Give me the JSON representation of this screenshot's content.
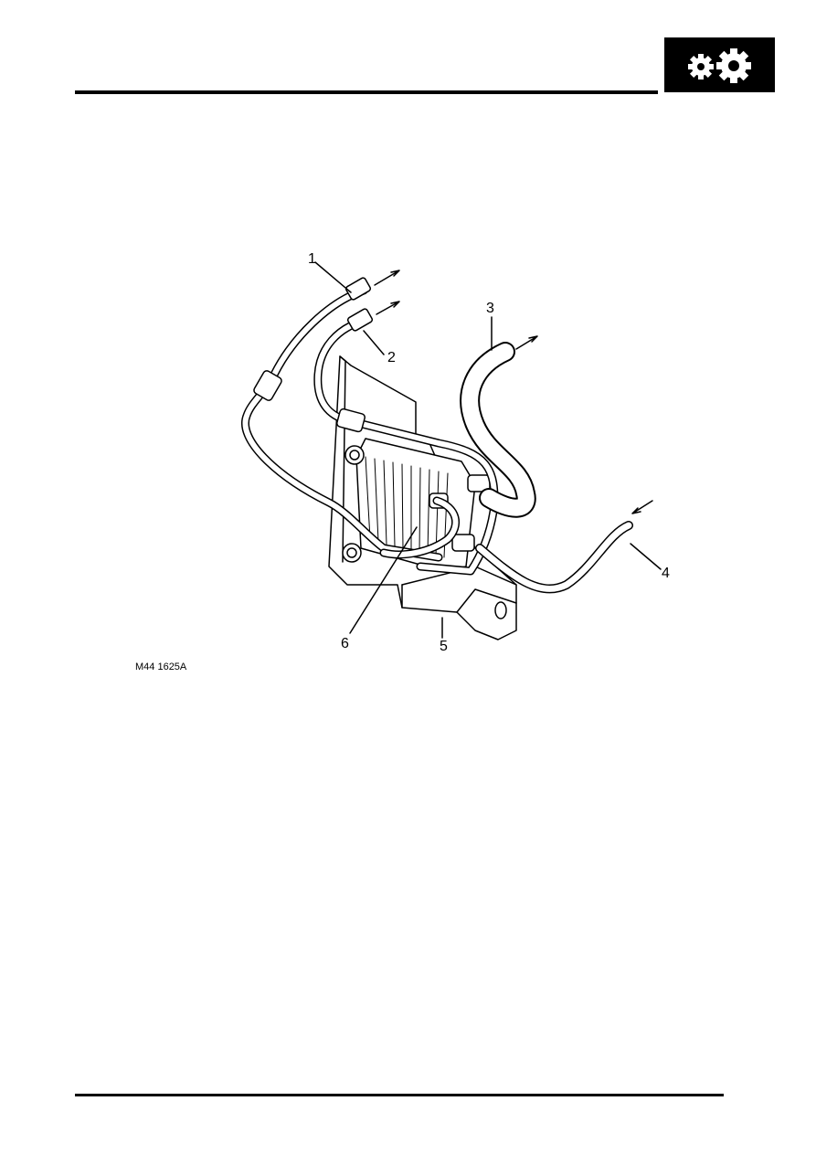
{
  "figure": {
    "reference": "M44 1625A",
    "callouts": [
      "1",
      "2",
      "3",
      "4",
      "5",
      "6"
    ]
  },
  "section_badge": {
    "icon": "gear-pair-icon",
    "background": "#000000",
    "foreground": "#ffffff"
  }
}
